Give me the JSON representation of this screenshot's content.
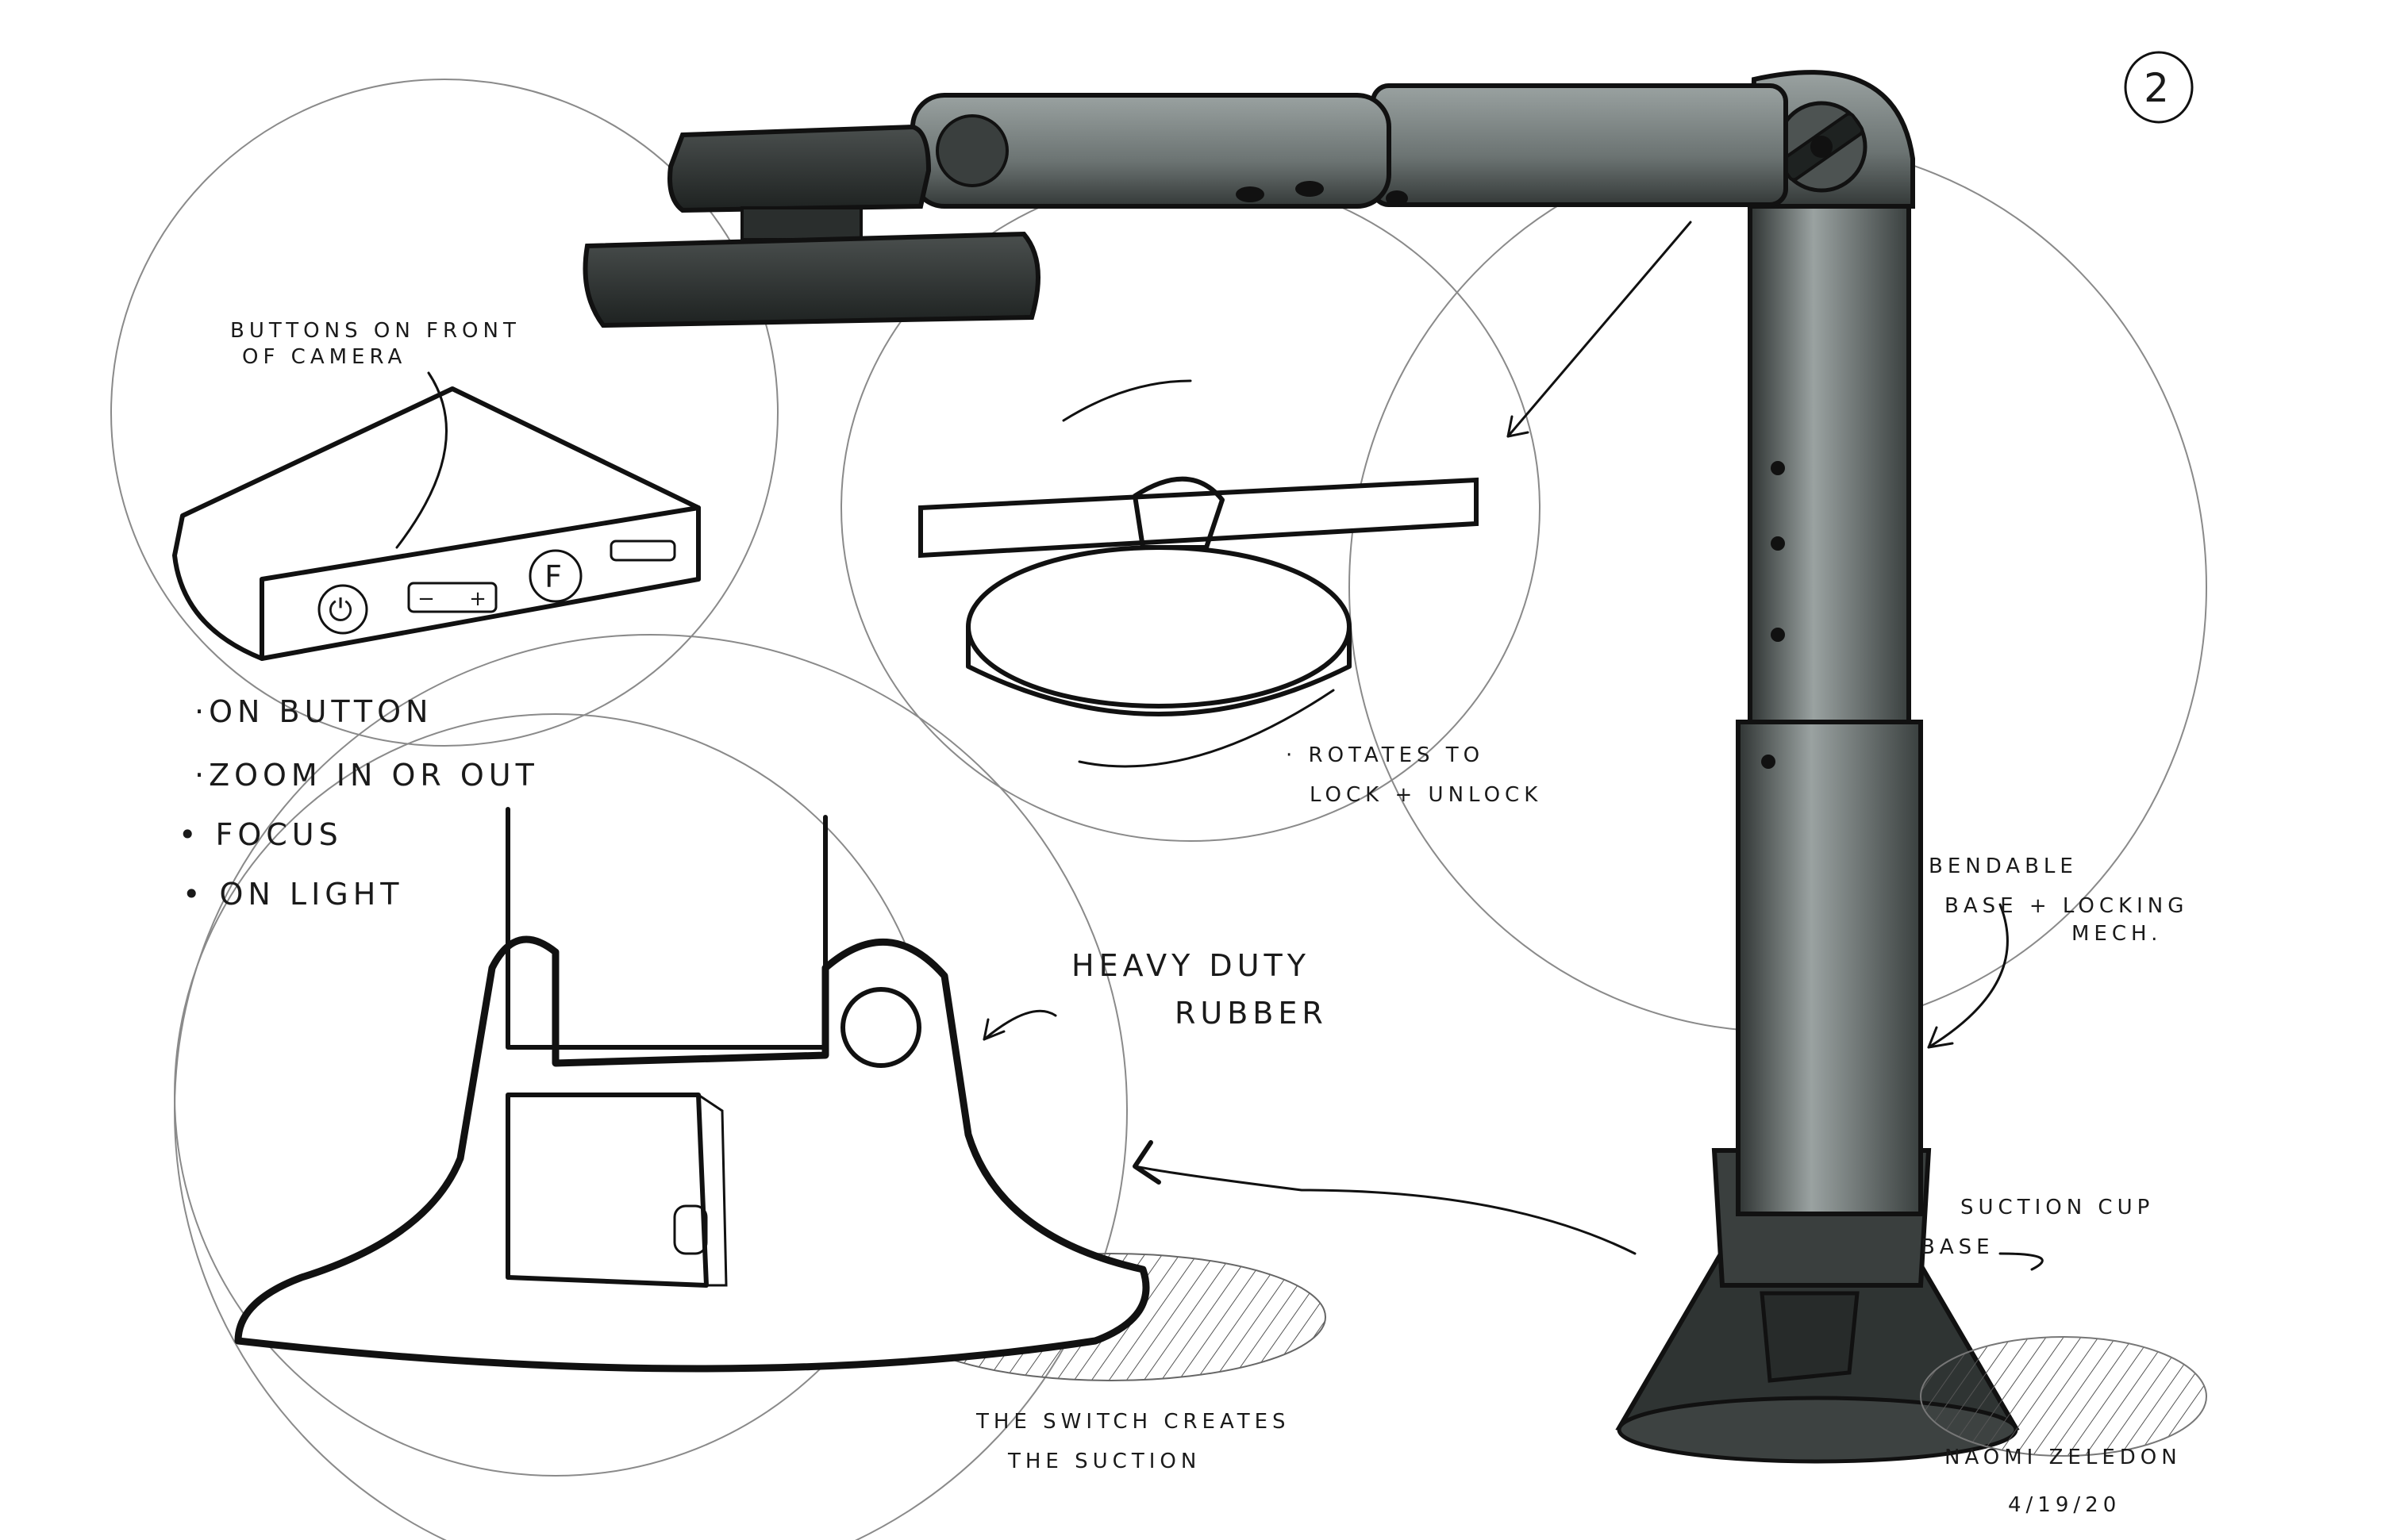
{
  "page_number": "2",
  "callouts": {
    "buttons_front": [
      "BUTTONS ON FRONT",
      "OF CAMERA"
    ],
    "features": [
      "·ON BUTTON",
      "·ZOOM IN or OUT",
      "• FOCUS",
      "• ON LIGHT"
    ],
    "rotates": [
      "· ROTATES TO",
      "LOCK + UNLOCK"
    ],
    "bendable": [
      "BENDABLE",
      "BASE + LOCKING",
      "MECH."
    ],
    "heavy_duty": [
      "HEAVY DUTY",
      "RUBBER"
    ],
    "suction_base": [
      "SUCTION CUP",
      "BASE"
    ],
    "switch": [
      "THE SWITCH CREATES",
      "THE SUCTION"
    ]
  },
  "button_glyphs": {
    "power": "⏻",
    "zoom_minus": "−",
    "zoom_plus": "+",
    "focus": "F"
  },
  "signature": {
    "name": "NAOMI ZELEDON",
    "date": "4/19/20"
  },
  "colors": {
    "ink": "#111111",
    "arm_body": "#7d8584",
    "arm_dark": "#2f3433",
    "guide": "#8a8a8a",
    "paper": "#ffffff"
  }
}
